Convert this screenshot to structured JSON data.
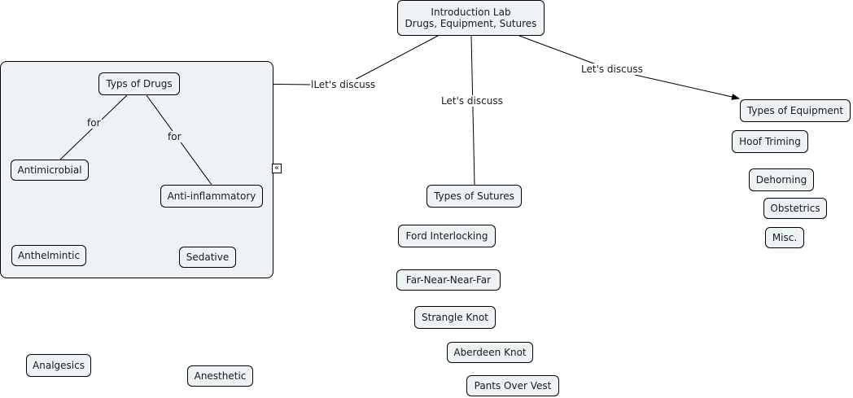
{
  "root": {
    "line1": "Introduction Lab",
    "line2": "Drugs, Equipment, Sutures"
  },
  "link_labels": {
    "drugs": "lLet's discuss",
    "sutures": "Let's discuss",
    "equipment": "Let's discuss",
    "antimicrobial": "for",
    "anti_inflammatory": "for"
  },
  "drugs_group": {
    "title": "Typs of Drugs",
    "children": [
      "Antimicrobial",
      "Anti-inflammatory",
      "Anthelmintic",
      "Sedative"
    ],
    "collapse_icon": "«"
  },
  "drugs_extra": [
    "Analgesics",
    "Anesthetic"
  ],
  "sutures": {
    "title": "Types of Sutures",
    "items": [
      "Ford Interlocking",
      "Far-Near-Near-Far",
      "Strangle Knot",
      "Aberdeen Knot",
      "Pants Over Vest"
    ]
  },
  "equipment": {
    "title": "Types of Equipment",
    "items": [
      "Hoof Triming",
      "Dehorning",
      "Obstetrics",
      "Misc."
    ]
  }
}
